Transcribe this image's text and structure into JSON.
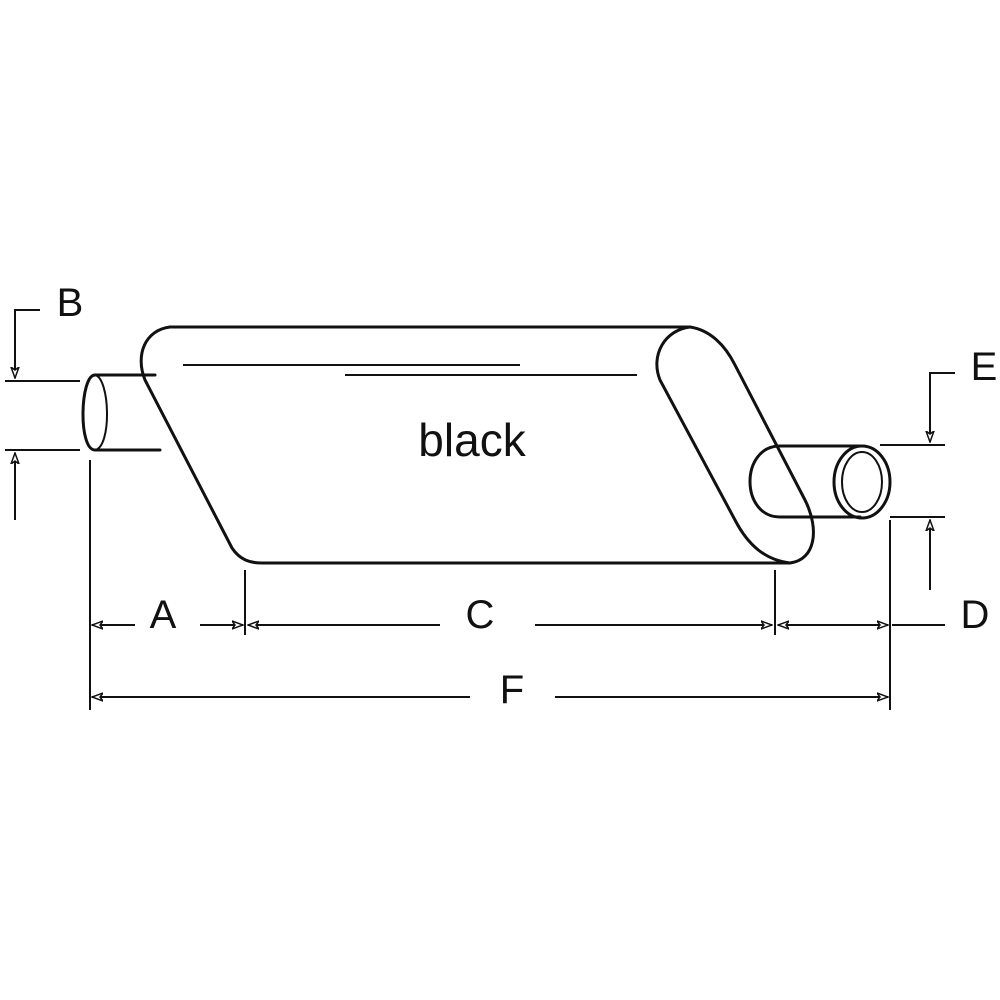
{
  "diagram": {
    "subject": "muffler",
    "color_label": "black",
    "dimension_labels": {
      "A": "A",
      "B": "B",
      "C": "C",
      "D": "D",
      "E": "E",
      "F": "F"
    },
    "line_color": "#111111"
  }
}
